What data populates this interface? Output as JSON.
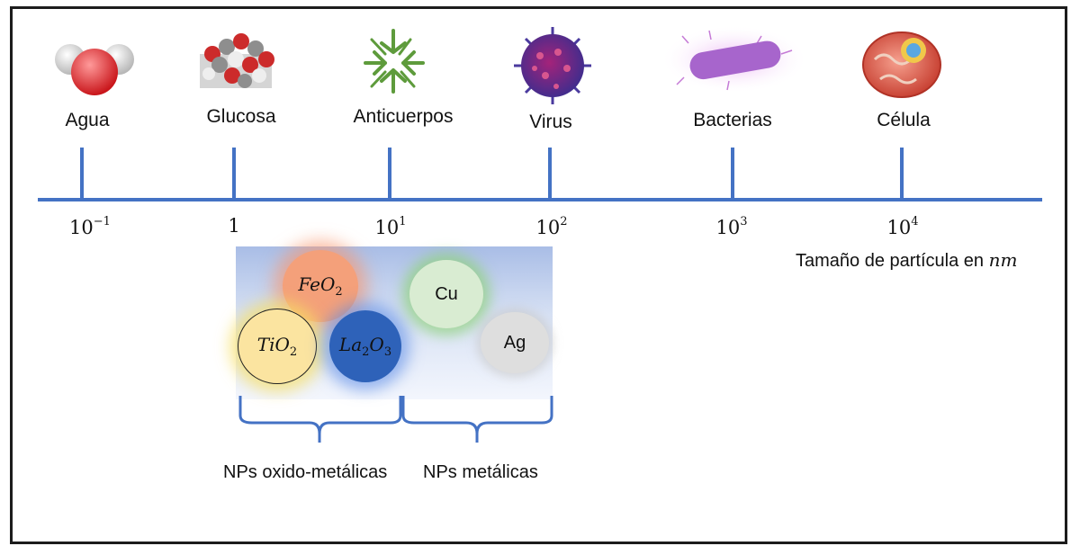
{
  "items": [
    {
      "label": "Agua",
      "icon": "water-molecule-icon"
    },
    {
      "label": "Glucosa",
      "icon": "glucose-molecule-icon"
    },
    {
      "label": "Anticuerpos",
      "icon": "antibody-icon"
    },
    {
      "label": "Virus",
      "icon": "virus-icon"
    },
    {
      "label": "Bacterias",
      "icon": "bacteria-icon"
    },
    {
      "label": "Célula",
      "icon": "cell-icon"
    }
  ],
  "ticks": [
    {
      "base": "10",
      "exp": "−1"
    },
    {
      "base": "1",
      "exp": ""
    },
    {
      "base": "10",
      "exp": "1"
    },
    {
      "base": "10",
      "exp": "2"
    },
    {
      "base": "10",
      "exp": "3"
    },
    {
      "base": "10",
      "exp": "4"
    }
  ],
  "axis": {
    "label": "Tamaño de partícula en",
    "unit": "nm",
    "color": "#4472c4"
  },
  "nanoparticles": [
    {
      "name": "FeO",
      "sub": "2",
      "fill": "#f4a07a",
      "glow": "#f8b089"
    },
    {
      "name": "TiO",
      "sub": "2",
      "fill": "#fbe4a0",
      "glow": "#f7de7a"
    },
    {
      "name": "La",
      "sub": "2",
      "name2": "O",
      "sub2": "3",
      "fill": "#2e62b9",
      "glow": "#5a8be6"
    },
    {
      "name": "Cu",
      "sub": "",
      "fill": "#d9ecd2",
      "glow": "#8fd17a"
    },
    {
      "name": "Ag",
      "sub": "",
      "fill": "#dedede",
      "glow": "#cfcfcf"
    }
  ],
  "groups": [
    {
      "label": "NPs oxido-metálicas"
    },
    {
      "label": "NPs metálicas"
    }
  ]
}
